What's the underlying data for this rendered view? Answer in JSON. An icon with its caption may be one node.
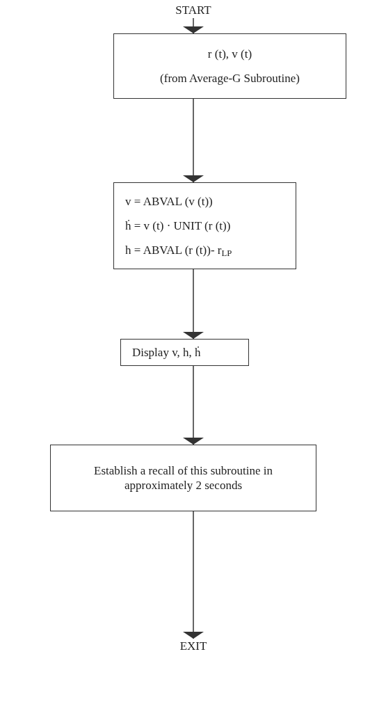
{
  "diagram": {
    "nodes": [
      {
        "text": [
          "START"
        ]
      },
      {
        "text": [
          "r (t), v (t)",
          "(from Average-G Subroutine)"
        ]
      },
      {
        "text": [
          "v = ABVAL (v (t))",
          "ḣ = v (t) · UNIT (r (t))",
          "h = ABVAL (r (t))- r$_{LP}$"
        ]
      },
      {
        "text": [
          "Display v, h, ḣ"
        ]
      },
      {
        "text": [
          "Establish a recall of this subroutine in approximately 2 seconds"
        ]
      },
      {
        "text": [
          "EXIT"
        ]
      }
    ],
    "edges": [
      {
        "from": 0,
        "to": 1,
        "arrow": "to"
      },
      {
        "from": 1,
        "to": 2,
        "arrow": "to"
      },
      {
        "from": 2,
        "to": 3,
        "arrow": "to"
      },
      {
        "from": 3,
        "to": 4,
        "arrow": "to"
      },
      {
        "from": 4,
        "to": 5,
        "arrow": "to"
      }
    ]
  }
}
